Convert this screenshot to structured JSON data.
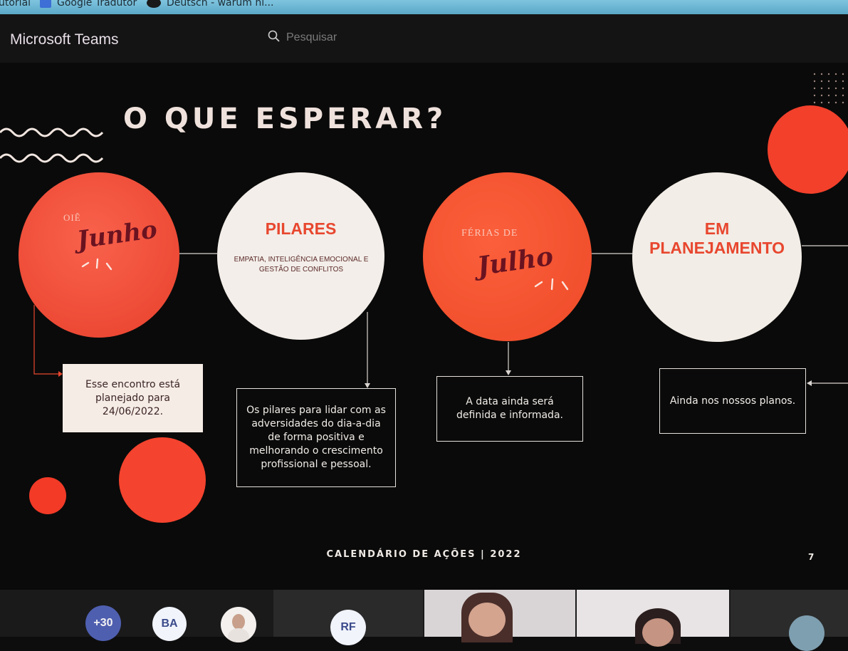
{
  "bookmarks": {
    "items": [
      {
        "label": "utorial"
      },
      {
        "label": "Google Tradutor",
        "icon": "translate-icon"
      },
      {
        "label": "Deutsch - warum ni...",
        "icon": "tripadvisor-icon"
      }
    ]
  },
  "app": {
    "title": "Microsoft Teams",
    "search_placeholder": "Pesquisar"
  },
  "slide": {
    "title": "O QUE ESPERAR?",
    "circles": [
      {
        "small": "OIÊ",
        "script": "Junho"
      },
      {
        "heading": "PILARES",
        "sub": "EMPATIA, INTELIGÊNCIA EMOCIONAL E GESTÃO DE CONFLITOS"
      },
      {
        "small": "FÉRIAS DE",
        "script": "Julho"
      },
      {
        "heading_line1": "EM",
        "heading_line2": "PLANEJAMENTO"
      }
    ],
    "boxes": [
      "Esse encontro está planejado para 24/06/2022.",
      "Os pilares para lidar com as adversidades  do dia-a-dia de forma positiva e melhorando o crescimento profissional e pessoal.",
      "A data ainda será definida e informada.",
      "Ainda nos nossos planos."
    ],
    "footer": "CALENDÁRIO DE AÇÕES | 2022",
    "page_number": "7"
  },
  "participants": {
    "overflow_count": "+30",
    "avatars": [
      {
        "initials": "BA"
      },
      {
        "initials": "RF"
      }
    ]
  },
  "colors": {
    "accent_red": "#f2402b",
    "cream": "#f3eee9",
    "background": "#0a0a0a"
  }
}
